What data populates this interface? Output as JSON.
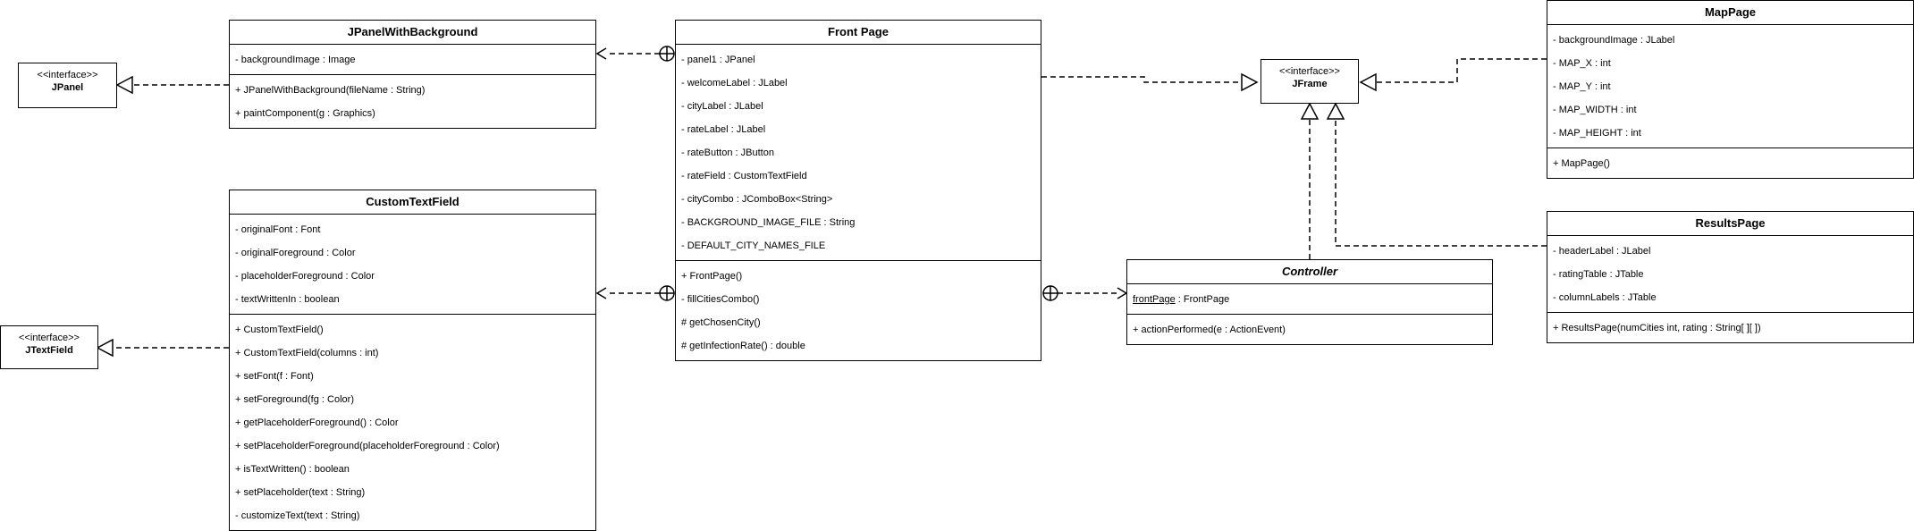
{
  "diagram": {
    "interfaces": [
      {
        "key": "jpanel",
        "stereotype": "<<interface>>",
        "name": "JPanel"
      },
      {
        "key": "jtextfield",
        "stereotype": "<<interface>>",
        "name": "JTextField"
      },
      {
        "key": "jframe",
        "stereotype": "<<interface>>",
        "name": "JFrame"
      }
    ],
    "classes": {
      "jpanelwithbackground": {
        "name": "JPanelWithBackground",
        "attributes": [
          "- backgroundImage : Image"
        ],
        "methods": [
          "+ JPanelWithBackground(fileName : String)",
          "+ paintComponent(g : Graphics)"
        ]
      },
      "customtextfield": {
        "name": "CustomTextField",
        "attributes": [
          "- originalFont : Font",
          "- originalForeground : Color",
          "- placeholderForeground : Color",
          "- textWrittenIn : boolean"
        ],
        "methods": [
          "+ CustomTextField()",
          "+ CustomTextField(columns : int)",
          "+ setFont(f : Font)",
          "+ setForeground(fg : Color)",
          "+ getPlaceholderForeground() : Color",
          "+ setPlaceholderForeground(placeholderForeground : Color)",
          "+ isTextWritten() : boolean",
          "+ setPlaceholder(text : String)",
          "- customizeText(text : String)"
        ]
      },
      "frontpage": {
        "name": "Front Page",
        "attributes": [
          "- panel1 : JPanel",
          "- welcomeLabel : JLabel",
          "- cityLabel : JLabel",
          "- rateLabel : JLabel",
          "- rateButton : JButton",
          "- rateField : CustomTextField",
          "- cityCombo : JComboBox<String>",
          "- BACKGROUND_IMAGE_FILE : String",
          "- DEFAULT_CITY_NAMES_FILE"
        ],
        "methods": [
          "+ FrontPage()",
          "- fillCitiesCombo()",
          "# getChosenCity()",
          "# getInfectionRate() : double"
        ]
      },
      "controller": {
        "name": "Controller",
        "attribute_name": "frontPage",
        "attribute_type": " : FrontPage",
        "methods": [
          "+ actionPerformed(e : ActionEvent)"
        ]
      },
      "mappage": {
        "name": "MapPage",
        "attributes": [
          "- backgroundImage : JLabel",
          "- MAP_X : int",
          "- MAP_Y : int",
          "- MAP_WIDTH : int",
          "- MAP_HEIGHT : int"
        ],
        "methods": [
          "+ MapPage()"
        ]
      },
      "resultspage": {
        "name": "ResultsPage",
        "attributes": [
          "- headerLabel : JLabel",
          "- ratingTable : JTable",
          "- columnLabels : JTable"
        ],
        "methods": [
          "+ ResultsPage(numCities int, rating : String[ ][ ])"
        ]
      }
    }
  }
}
